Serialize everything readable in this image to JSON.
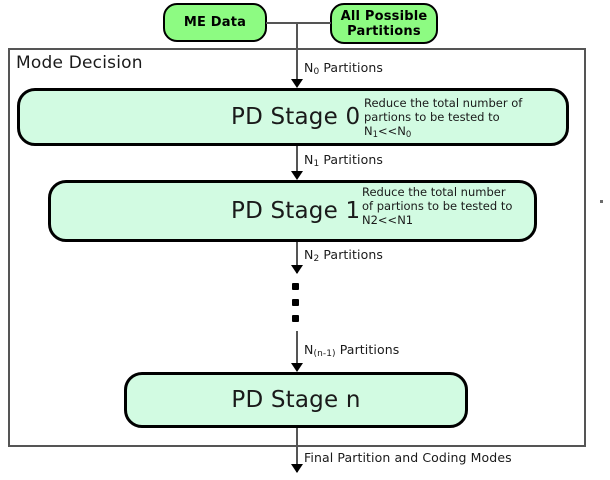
{
  "diagram": {
    "title": "Mode Decision partition-decision pipeline",
    "colors": {
      "source_box_fill": "#8DFB82",
      "stage_box_fill": "#D2FBE2",
      "box_border": "#000000",
      "container_border": "#555555",
      "connector": "#555555",
      "text": "#1a1a1a"
    }
  },
  "sources": {
    "me_data": {
      "label": "ME Data"
    },
    "all_possible_partitions": {
      "line1": "All Possible",
      "line2": "Partitions"
    }
  },
  "container": {
    "title": "Mode Decision"
  },
  "stages": [
    {
      "id": "stage-0",
      "title": "PD Stage 0",
      "note_lines": [
        "Reduce the total number of",
        "partions to be tested to N1<<N0"
      ],
      "note_html_line1": "Reduce the total number of",
      "note_html_line2_pre": "partions to be tested to N",
      "note_html_line2_sub1": "1",
      "note_html_line2_mid": "<<N",
      "note_html_line2_sub2": "0"
    },
    {
      "id": "stage-1",
      "title": "PD Stage 1",
      "note_lines": [
        "Reduce the total number",
        "of partions to be tested to",
        "N2<<N1"
      ]
    },
    {
      "id": "stage-n",
      "title": "PD Stage n",
      "note_lines": []
    }
  ],
  "edges": [
    {
      "id": "edge-n0",
      "prefix": "N",
      "sub": "0",
      "suffix": " Partitions"
    },
    {
      "id": "edge-n1",
      "prefix": "N",
      "sub": "1",
      "suffix": " Partitions"
    },
    {
      "id": "edge-n2",
      "prefix": "N",
      "sub": "2",
      "suffix": " Partitions"
    },
    {
      "id": "edge-nn1",
      "prefix": "N",
      "sub": "(n-1)",
      "suffix": " Partitions"
    },
    {
      "id": "edge-final",
      "prefix": "",
      "sub": "",
      "suffix": "Final Partition and Coding Modes"
    }
  ],
  "ellipsis": {
    "dots": 3
  },
  "output": {
    "label": "Final Partition and Coding Modes"
  }
}
